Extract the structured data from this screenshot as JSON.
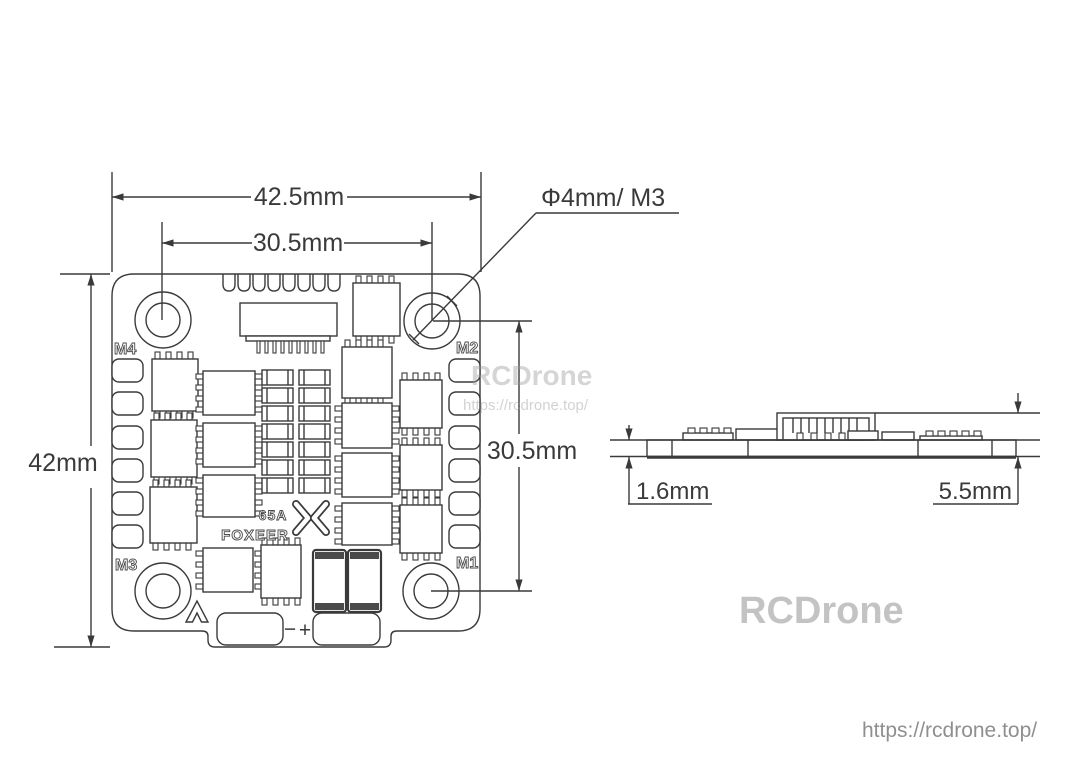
{
  "top_view": {
    "dim_width_outer": "42.5mm",
    "dim_width_holes": "30.5mm",
    "dim_height_outer": "42mm",
    "dim_height_holes": "30.5mm",
    "hole_callout": "Φ4mm/ M3",
    "motor_labels": {
      "m1": "M1",
      "m2": "M2",
      "m3": "M3",
      "m4": "M4"
    },
    "silkscreen": {
      "brand": "FOXEER",
      "rating": "65A",
      "plus": "+",
      "minus": "−"
    }
  },
  "side_view": {
    "dim_thickness": "1.6mm",
    "dim_total_height": "5.5mm"
  },
  "watermarks": {
    "center_brand": "RCDrone",
    "center_url": "https://rcdrone.top/",
    "corner_brand": "RCDrone",
    "footer_url": "https://rcdrone.top/"
  },
  "colors": {
    "line": "#3a3a3a",
    "watermark_light": "#d8d8d8",
    "watermark_mid": "#c9c9c9",
    "watermark_dark": "#9a9a9a"
  }
}
